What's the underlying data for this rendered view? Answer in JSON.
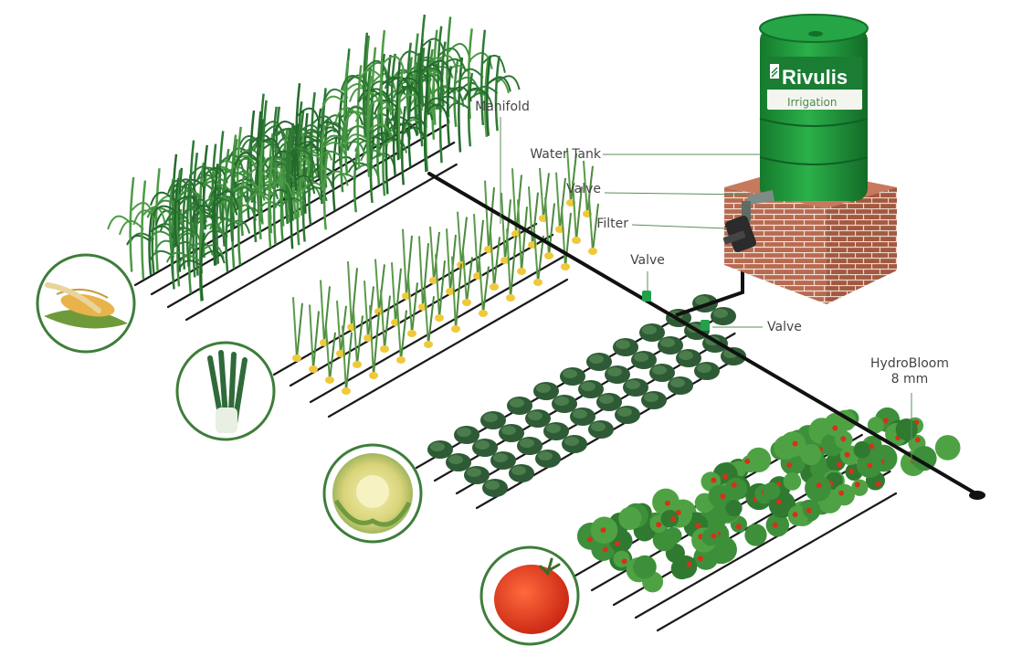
{
  "labels": {
    "manifold": "Manifold",
    "water_tank": "Water Tank",
    "valve_tank": "Valve",
    "filter": "Filter",
    "valve_upper": "Valve",
    "valve_lower": "Valve",
    "hydrobloom_line1": "HydroBloom",
    "hydrobloom_line2": "8 mm"
  },
  "tank": {
    "brand": "Rivulis",
    "subtitle": "Irrigation"
  },
  "colors": {
    "tank_green": "#1f9a3b",
    "tank_dark": "#157a2c",
    "brick": "#b5624a",
    "pipe": "#111111",
    "circle_border": "#3e7d3a",
    "callout_line": "#5a8f5a"
  },
  "crops": [
    {
      "icon": "corn-icon"
    },
    {
      "icon": "leek-icon"
    },
    {
      "icon": "lettuce-icon"
    },
    {
      "icon": "tomato-icon"
    }
  ]
}
